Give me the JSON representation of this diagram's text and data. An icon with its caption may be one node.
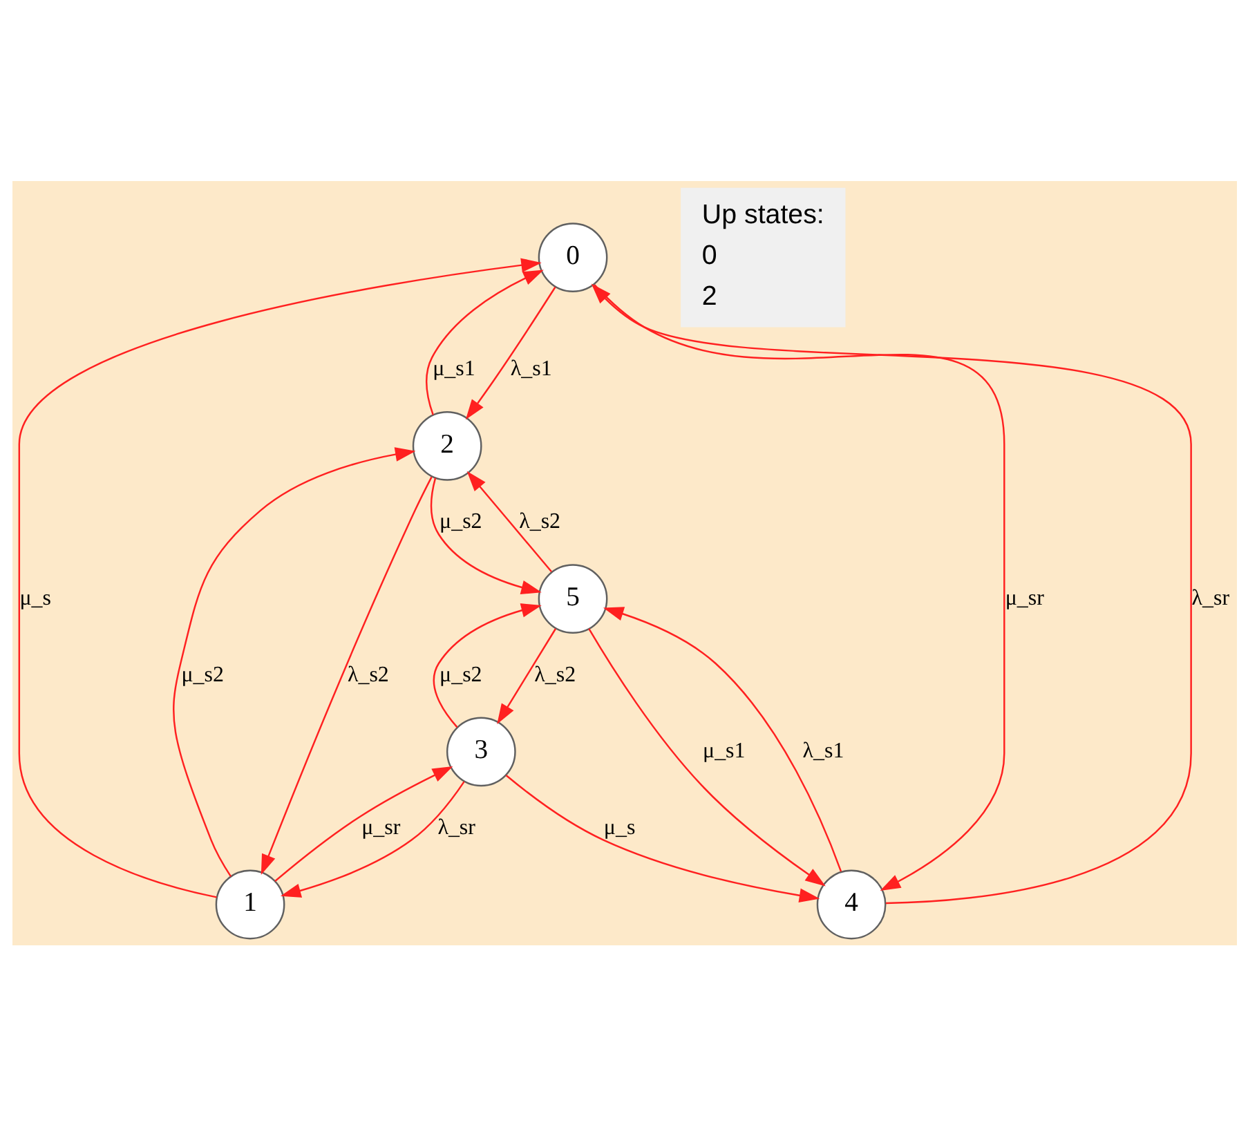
{
  "diagram": {
    "nodes": [
      {
        "text": [
          "0"
        ]
      },
      {
        "text": [
          "1"
        ]
      },
      {
        "text": [
          "2"
        ]
      },
      {
        "text": [
          "3"
        ]
      },
      {
        "text": [
          "4"
        ]
      },
      {
        "text": [
          "5"
        ]
      }
    ],
    "edges": [
      {
        "from": 4,
        "to": 5,
        "arrow": "to",
        "label": "λ_s1"
      },
      {
        "from": 5,
        "to": 4,
        "arrow": "to",
        "label": "μ_s1"
      },
      {
        "from": 3,
        "to": 4,
        "arrow": "to",
        "label": "μ_s"
      },
      {
        "from": 0,
        "to": 4,
        "arrow": "to",
        "label": "μ_sr"
      },
      {
        "from": 3,
        "to": 5,
        "arrow": "to",
        "label": "μ_s2"
      },
      {
        "from": 4,
        "to": 0,
        "arrow": "to",
        "label": "λ_sr"
      },
      {
        "from": 5,
        "to": 3,
        "arrow": "to",
        "label": "λ_s2"
      },
      {
        "from": 2,
        "to": 5,
        "arrow": "to",
        "label": "μ_s2"
      },
      {
        "from": 5,
        "to": 2,
        "arrow": "to",
        "label": "λ_s2"
      },
      {
        "from": 0,
        "to": 2,
        "arrow": "to",
        "label": "λ_s1"
      },
      {
        "from": 2,
        "to": 0,
        "arrow": "to",
        "label": "μ_s1"
      },
      {
        "from": 1,
        "to": 3,
        "arrow": "to",
        "label": "μ_sr"
      },
      {
        "from": 3,
        "to": 1,
        "arrow": "to",
        "label": "λ_sr"
      },
      {
        "from": 1,
        "to": 0,
        "arrow": "to",
        "label": "μ_s"
      },
      {
        "from": 1,
        "to": 2,
        "arrow": "to",
        "label": "μ_s2"
      },
      {
        "from": 2,
        "to": 1,
        "arrow": "to",
        "label": "λ_s2"
      }
    ],
    "labels": [
      "Up states:",
      "0",
      "2"
    ]
  }
}
